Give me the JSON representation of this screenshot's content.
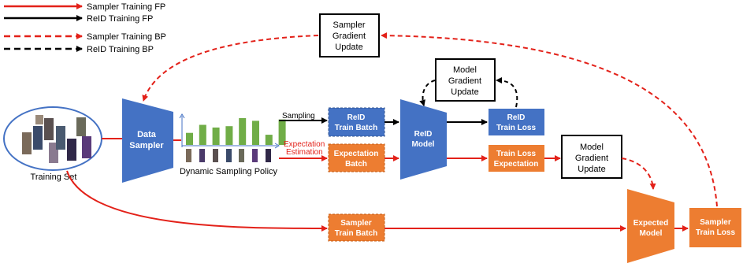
{
  "legend": {
    "items": [
      {
        "label": "Sampler Training FP",
        "color": "#e32119",
        "style": "solid"
      },
      {
        "label": "ReID Training FP",
        "color": "#000000",
        "style": "solid"
      },
      {
        "label": "Sampler Training BP",
        "color": "#e32119",
        "style": "dashed"
      },
      {
        "label": "ReID Training BP",
        "color": "#000000",
        "style": "dashed"
      }
    ]
  },
  "training_set": {
    "label": "Training Set"
  },
  "data_sampler": {
    "line1": "Data",
    "line2": "Sampler"
  },
  "policy": {
    "label": "Dynamic Sampling Policy",
    "bar_values": [
      0.45,
      0.75,
      0.65,
      0.7,
      1.0,
      0.9,
      0.38,
      0.95
    ]
  },
  "edges": {
    "sampling": "Sampling",
    "expectation_line1": "Expectation",
    "expectation_line2": "Estimation"
  },
  "reid_batch": {
    "line1": "ReID",
    "line2": "Train Batch"
  },
  "expect_batch": {
    "line1": "Expectation",
    "line2": "Batch"
  },
  "reid_model": {
    "line1": "ReID",
    "line2": "Model"
  },
  "reid_loss": {
    "line1": "ReID",
    "line2": "Train Loss"
  },
  "loss_expect": {
    "line1": "Train Loss",
    "line2": "Expectation"
  },
  "model_grad_top": {
    "line1": "Model",
    "line2": "Gradient",
    "line3": "Update"
  },
  "model_grad_right": {
    "line1": "Model",
    "line2": "Gradient",
    "line3": "Update"
  },
  "sampler_grad": {
    "line1": "Sampler",
    "line2": "Gradient",
    "line3": "Update"
  },
  "sampler_batch": {
    "line1": "Sampler",
    "line2": "Train Batch"
  },
  "expected_model": {
    "line1": "Expected",
    "line2": "Model"
  },
  "sampler_loss": {
    "line1": "Sampler",
    "line2": "Train Loss"
  },
  "colors": {
    "red": "#e32119",
    "blue": "#4472c4",
    "orange": "#ed7d31",
    "green": "#70ad47",
    "black": "#000000"
  }
}
